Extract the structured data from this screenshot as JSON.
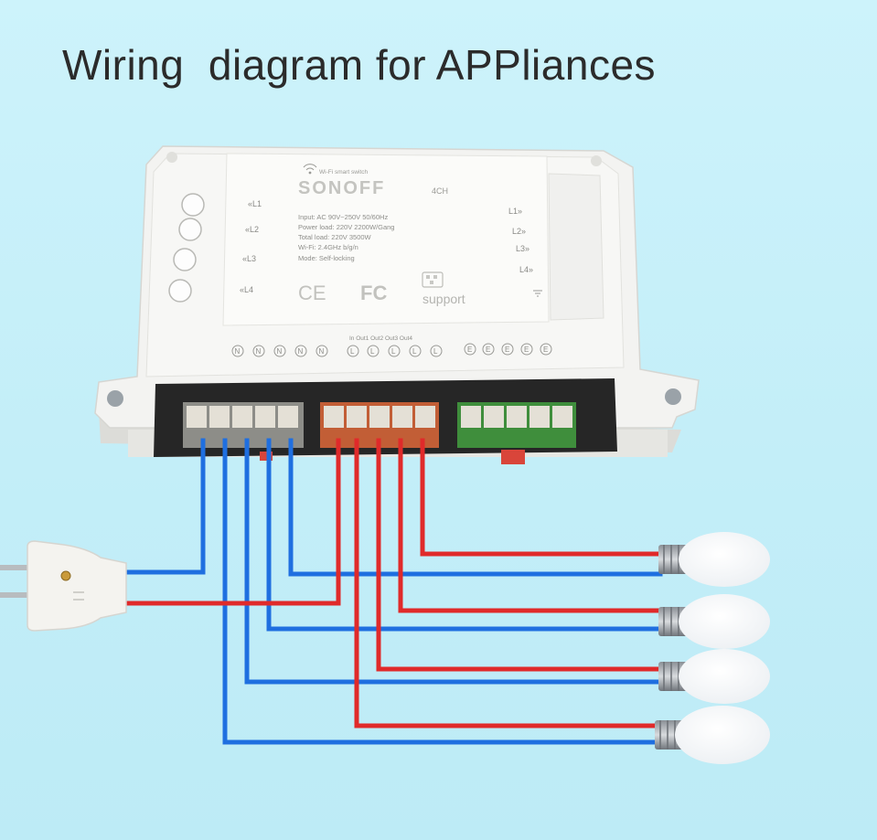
{
  "title": "Wiring  diagram for APPliances",
  "device": {
    "subtitle": "Wi-Fi smart switch",
    "brand": "SONOFF",
    "model": "4CH",
    "spec_input": "Input: AC 90V~250V 50/60Hz",
    "spec_power": "Power load: 220V 2200W/Gang",
    "spec_total": "Total load: 220V 3500W",
    "spec_wifi": "Wi-Fi: 2.4GHz b/g/n",
    "spec_mode": "Mode: Self-locking",
    "left_labels": [
      "«L1",
      "«L2",
      "«L3",
      "«L4"
    ],
    "right_labels": [
      "L1»",
      "L2»",
      "L3»",
      "L4»"
    ],
    "ce_mark": "CE",
    "fc_mark": "FC",
    "support": "support",
    "terminal_header": "In  Out1 Out2 Out3 Out4",
    "terminal_n": [
      "N",
      "N",
      "N",
      "N",
      "N"
    ],
    "terminal_l": [
      "L",
      "L",
      "L",
      "L",
      "L"
    ],
    "terminal_e": [
      "E",
      "E",
      "E",
      "E",
      "E"
    ]
  },
  "colors": {
    "neutral_wire": "#1f6fe0",
    "live_wire": "#e02a2a",
    "background": "#c5eff9",
    "housing": "#f4f4f2"
  }
}
